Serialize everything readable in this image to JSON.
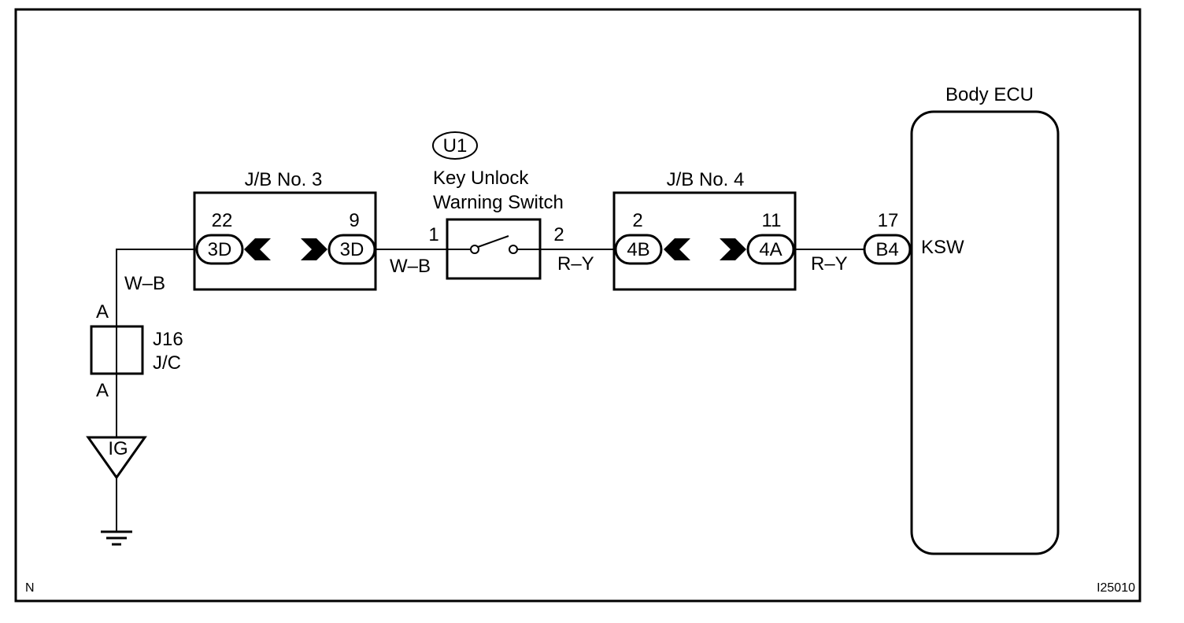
{
  "labels": {
    "jb3_title": "J/B No. 3",
    "jb4_title": "J/B No. 4",
    "ecu_title": "Body ECU",
    "switch_id": "U1",
    "switch_name_line1": "Key Unlock",
    "switch_name_line2": "Warning Switch",
    "jc_id": "J16",
    "jc_type": "J/C",
    "ig": "IG",
    "ecu_terminal": "KSW",
    "corner_left": "N",
    "corner_right": "I25010"
  },
  "connectors": {
    "jb3_left": "3D",
    "jb3_right": "3D",
    "jb4_left": "4B",
    "jb4_right": "4A",
    "ecu": "B4"
  },
  "pins": {
    "jb3_left": "22",
    "jb3_right": "9",
    "switch_in": "1",
    "switch_out": "2",
    "jb4_left": "2",
    "jb4_right": "11",
    "ecu": "17",
    "jc_top": "A",
    "jc_bottom": "A"
  },
  "wires": {
    "w1": "W–B",
    "w2": "W–B",
    "w3": "R–Y",
    "w4": "R–Y"
  }
}
